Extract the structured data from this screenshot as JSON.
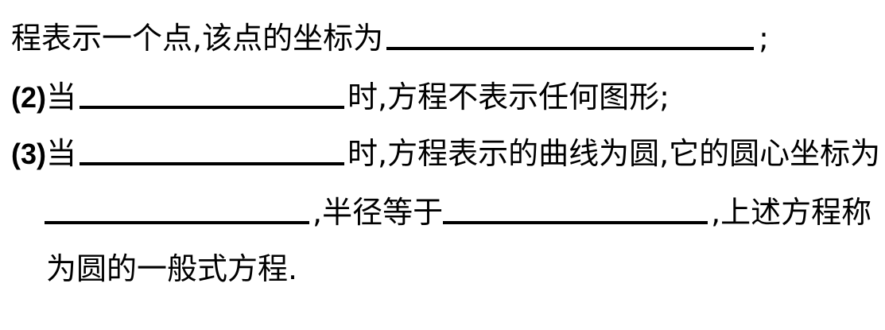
{
  "lines": [
    {
      "before": "程表示一个点,该点的坐标为",
      "after": ";"
    },
    {
      "num": "(2)",
      "before": "当",
      "after": "时,方程不表示任何图形;"
    },
    {
      "num": "(3)",
      "before": "当",
      "after": "时,方程表示的曲线为圆,它的圆心坐标为"
    },
    {
      "mid": ",半径等于",
      "after": ",上述方程称"
    },
    {
      "text": "为圆的一般式方程."
    }
  ]
}
